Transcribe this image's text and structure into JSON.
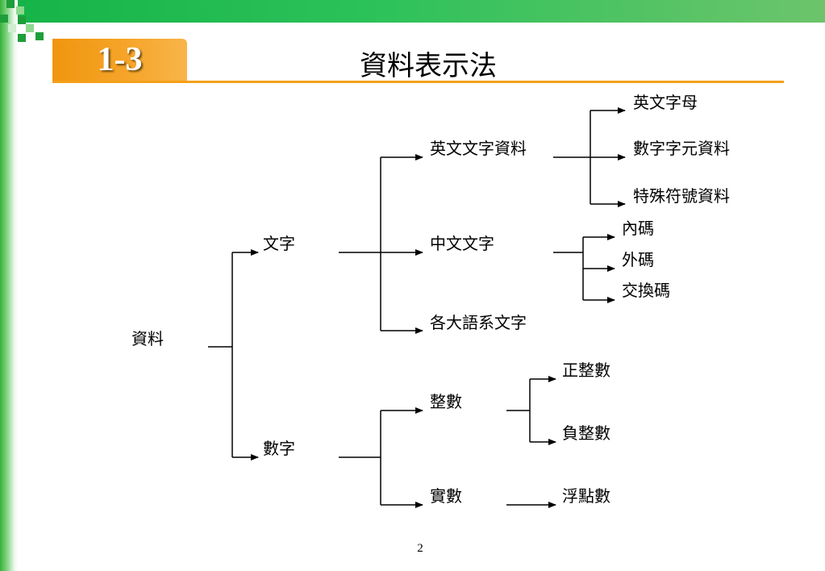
{
  "slide": {
    "section_number": "1-3",
    "title": "資料表示法",
    "page_number": "2"
  },
  "colors": {
    "accent": "#f5a01a",
    "brand_green": "#15b347"
  },
  "tree": {
    "root": "資料",
    "text": {
      "label": "文字",
      "english": {
        "label": "英文文字資料",
        "children": [
          "英文字母",
          "數字字元資料",
          "特殊符號資料"
        ]
      },
      "chinese": {
        "label": "中文文字",
        "children": [
          "內碼",
          "外碼",
          "交換碼"
        ]
      },
      "multilingual": {
        "label": "各大語系文字"
      }
    },
    "number": {
      "label": "數字",
      "integer": {
        "label": "整數",
        "children": [
          "正整數",
          "負整數"
        ]
      },
      "real": {
        "label": "實數",
        "children": [
          "浮點數"
        ]
      }
    }
  }
}
